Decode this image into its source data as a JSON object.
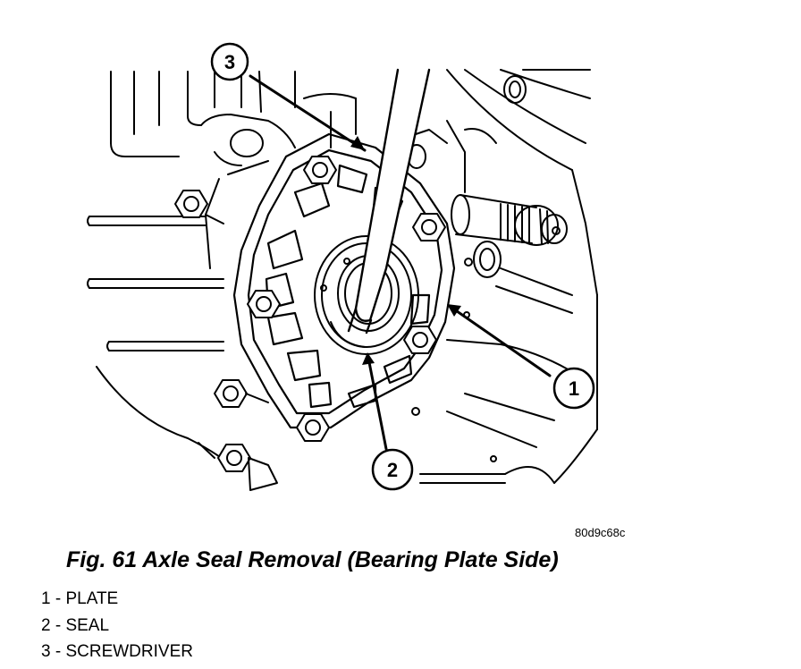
{
  "figure": {
    "ref_code": "80d9c68c",
    "caption": "Fig. 61 Axle Seal Removal (Bearing Plate Side)"
  },
  "callouts": [
    {
      "number": "1"
    },
    {
      "number": "2"
    },
    {
      "number": "3"
    }
  ],
  "legend": [
    {
      "number": "1",
      "label": "1 - PLATE"
    },
    {
      "number": "2",
      "label": "2 - SEAL"
    },
    {
      "number": "3",
      "label": "3 - SCREWDRIVER"
    }
  ]
}
